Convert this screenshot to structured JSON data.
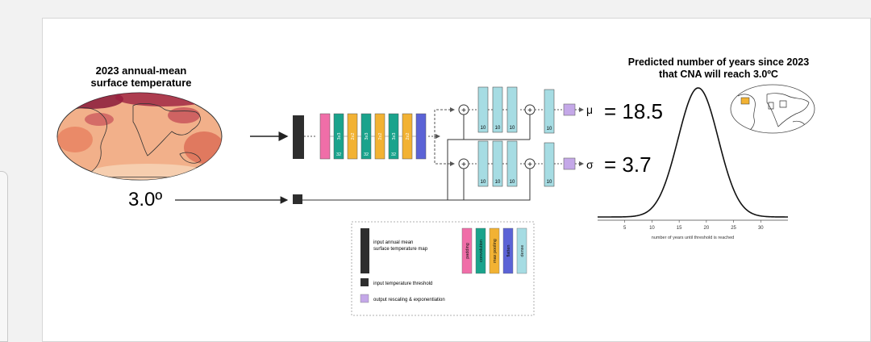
{
  "map_title": [
    "2023 annual-mean",
    "surface temperature"
  ],
  "threshold_input": "3.0º",
  "blocks": [
    {
      "kind": "padding",
      "color": "#f06ea8",
      "label": ""
    },
    {
      "kind": "conv",
      "color": "#1aa38c",
      "label": "3x3",
      "sub": "32"
    },
    {
      "kind": "pool",
      "color": "#f2b233",
      "label": "2x2"
    },
    {
      "kind": "conv",
      "color": "#1aa38c",
      "label": "3x3",
      "sub": "32"
    },
    {
      "kind": "pool",
      "color": "#f2b233",
      "label": "2x2"
    },
    {
      "kind": "conv",
      "color": "#1aa38c",
      "label": "3x3",
      "sub": "32"
    },
    {
      "kind": "pool",
      "color": "#f2b233",
      "label": "2x2"
    },
    {
      "kind": "flatten",
      "color": "#5b63d6",
      "label": ""
    }
  ],
  "dense_label": "10",
  "outputs": {
    "mu_symbol": "μ",
    "mu_value": "= 18.5",
    "sigma_symbol": "σ",
    "sigma_value": "= 3.7"
  },
  "prediction_title": [
    "Predicted number of years since 2023",
    "that CNA will reach 3.0ºC"
  ],
  "chart_data": {
    "type": "line",
    "xlabel": "number of years until threshold is reached",
    "xlim": [
      0,
      35
    ],
    "xticks": [
      5,
      10,
      15,
      20,
      25,
      30
    ],
    "mean": 18.5,
    "std": 3.7
  },
  "legend": {
    "map_label": [
      "input annual mean",
      "surface temperature map"
    ],
    "threshold_label": "input temperature threshold",
    "output_label": "output rescaling & exponentiation",
    "layer_labels": [
      {
        "name": "padding",
        "color": "#f06ea8"
      },
      {
        "name": "convolution",
        "color": "#1aa38c"
      },
      {
        "name": "max pooling",
        "color": "#f2b233"
      },
      {
        "name": "flatten",
        "color": "#5b63d6"
      },
      {
        "name": "dense",
        "color": "#a6dce3"
      }
    ]
  },
  "colors": {
    "dark": "#2e2e2e",
    "dense": "#a6dce3",
    "output": "#c4a8e8",
    "map_base": "#f2b08a"
  }
}
